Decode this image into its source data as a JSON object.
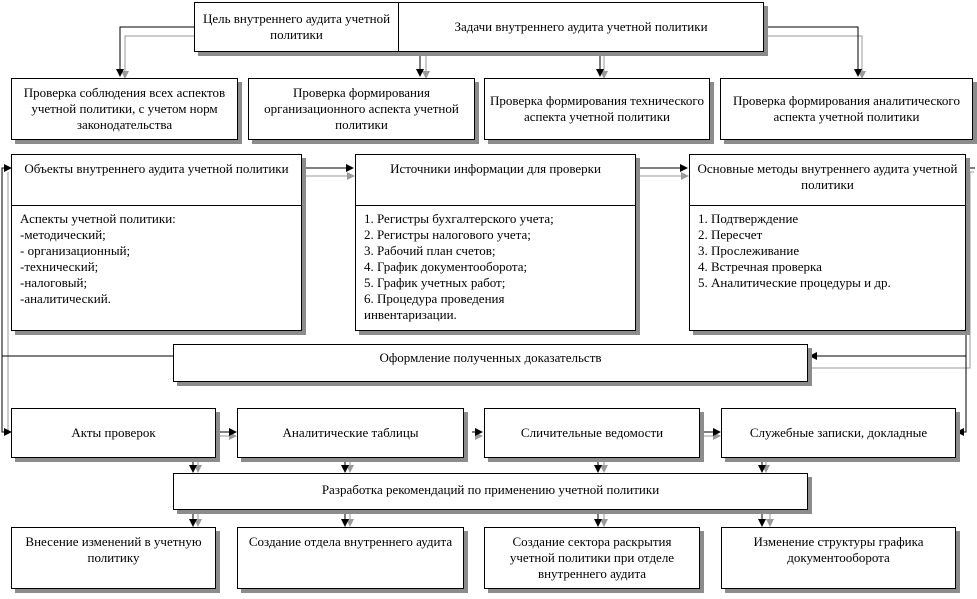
{
  "goal": "Цель внутреннего аудита учетной политики",
  "tasks": "Задачи внутреннего аудита учетной политики",
  "checks": [
    "Проверка соблюдения всех аспектов учетной политики, с учетом норм законодательства",
    "Проверка формирования организационного аспекта учетной политики",
    "Проверка формирования технического аспекта учетной политики",
    "Проверка формирования аналитического аспекта учетной политики"
  ],
  "objects": {
    "title": "Объекты внутреннего аудита учетной политики",
    "items": [
      "Аспекты учетной политики:",
      "-методический;",
      "- организационный;",
      "-технический;",
      "-налоговый;",
      "-аналитический."
    ]
  },
  "sources": {
    "title": "Источники информации для проверки",
    "items": [
      "1. Регистры бухгалтерского учета;",
      "2. Регистры налогового учета;",
      "3. Рабочий план счетов;",
      "4. График документооборота;",
      "5. График учетных работ;",
      "6. Процедура проведения инвентаризации."
    ]
  },
  "methods": {
    "title": "Основные методы внутреннего аудита учетной политики",
    "items": [
      "1. Подтверждение",
      "2. Пересчет",
      "3. Прослеживание",
      "4. Встречная проверка",
      "5. Аналитические процедуры и др."
    ]
  },
  "evidence": "Оформление полученных доказательств",
  "documents": [
    "Акты проверок",
    "Аналитические таблицы",
    "Сличительные ведомости",
    "Служебные записки, докладные"
  ],
  "recommendations": "Разработка рекомендаций по применению учетной политики",
  "outcomes": [
    "Внесение изменений в учетную политику",
    "Создание отдела внутреннего аудита",
    "Создание сектора раскрытия учетной политики при отделе внутреннего аудита",
    "Изменение структуры графика документооборота"
  ]
}
